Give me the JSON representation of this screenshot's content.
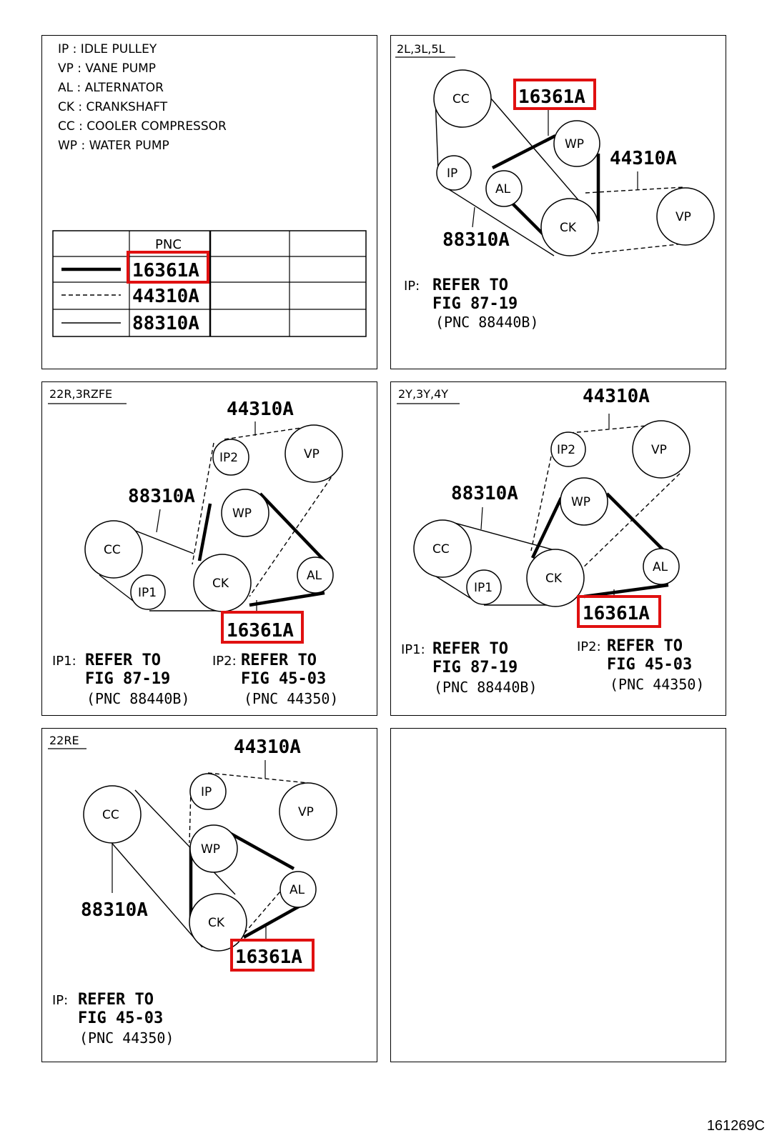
{
  "legend": {
    "items": [
      "IP : IDLE PULLEY",
      "VP : VANE PUMP",
      "AL : ALTERNATOR",
      "CK : CRANKSHAFT",
      "CC : COOLER COMPRESSOR",
      "WP : WATER PUMP"
    ],
    "table_header": "PNC",
    "rows": [
      "16361A",
      "44310A",
      "88310A"
    ]
  },
  "pulleys": {
    "cc": "CC",
    "ip": "IP",
    "ip1": "IP1",
    "ip2": "IP2",
    "wp": "WP",
    "al": "AL",
    "ck": "CK",
    "vp": "VP"
  },
  "parts": {
    "p1": "16361A",
    "p2": "44310A",
    "p3": "88310A"
  },
  "panels": {
    "p_2l": {
      "header": "2L,3L,5L",
      "note": {
        "prefix": "IP:",
        "l1": "REFER  TO",
        "l2": "FIG 87-19",
        "l3": "(PNC 88440B)"
      }
    },
    "p_22r": {
      "header": "22R,3RZFE",
      "note1": {
        "prefix": "IP1:",
        "l1": "REFER  TO",
        "l2": "FIG 87-19",
        "l3": "(PNC 88440B)"
      },
      "note2": {
        "prefix": "IP2:",
        "l1": "REFER  TO",
        "l2": "FIG 45-03",
        "l3": "(PNC 44350)"
      }
    },
    "p_2y": {
      "header": "2Y,3Y,4Y",
      "note1": {
        "prefix": "IP1:",
        "l1": "REFER  TO",
        "l2": "FIG 87-19",
        "l3": "(PNC 88440B)"
      },
      "note2": {
        "prefix": "IP2:",
        "l1": "REFER  TO",
        "l2": "FIG 45-03",
        "l3": "(PNC 44350)"
      }
    },
    "p_22re": {
      "header": "22RE",
      "note": {
        "prefix": "IP:",
        "l1": "REFER  TO",
        "l2": "FIG 45-03",
        "l3": "(PNC 44350)"
      }
    }
  },
  "figure_number": "161269C",
  "colors": {
    "highlight": "#e01010",
    "ink": "#000000"
  }
}
